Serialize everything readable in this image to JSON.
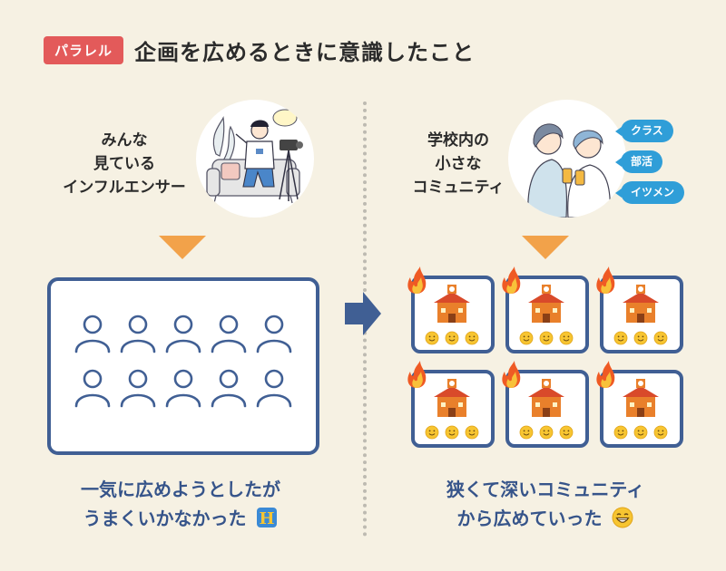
{
  "header": {
    "badge": "パラレル",
    "title": "企画を広めるときに意識したこと"
  },
  "left": {
    "label_lines": [
      "みんな",
      "見ている",
      "インフルエンサー"
    ],
    "conclusion_lines": [
      "一気に広めようとしたが",
      "うまくいかなかった"
    ],
    "conclusion_emoji": "H"
  },
  "right": {
    "label_lines": [
      "学校内の",
      "小さな",
      "コミュニティ"
    ],
    "tags": [
      "クラス",
      "部活",
      "イツメン"
    ],
    "conclusion_lines": [
      "狭くて深いコミュニティ",
      "から広めていった"
    ],
    "conclusion_emoji": "grin-emoji"
  },
  "colors": {
    "accent_red": "#e35a5a",
    "navy": "#405f94",
    "orange": "#f2a24a",
    "tag_blue": "#2f9ed8",
    "background": "#f6f1e3"
  }
}
